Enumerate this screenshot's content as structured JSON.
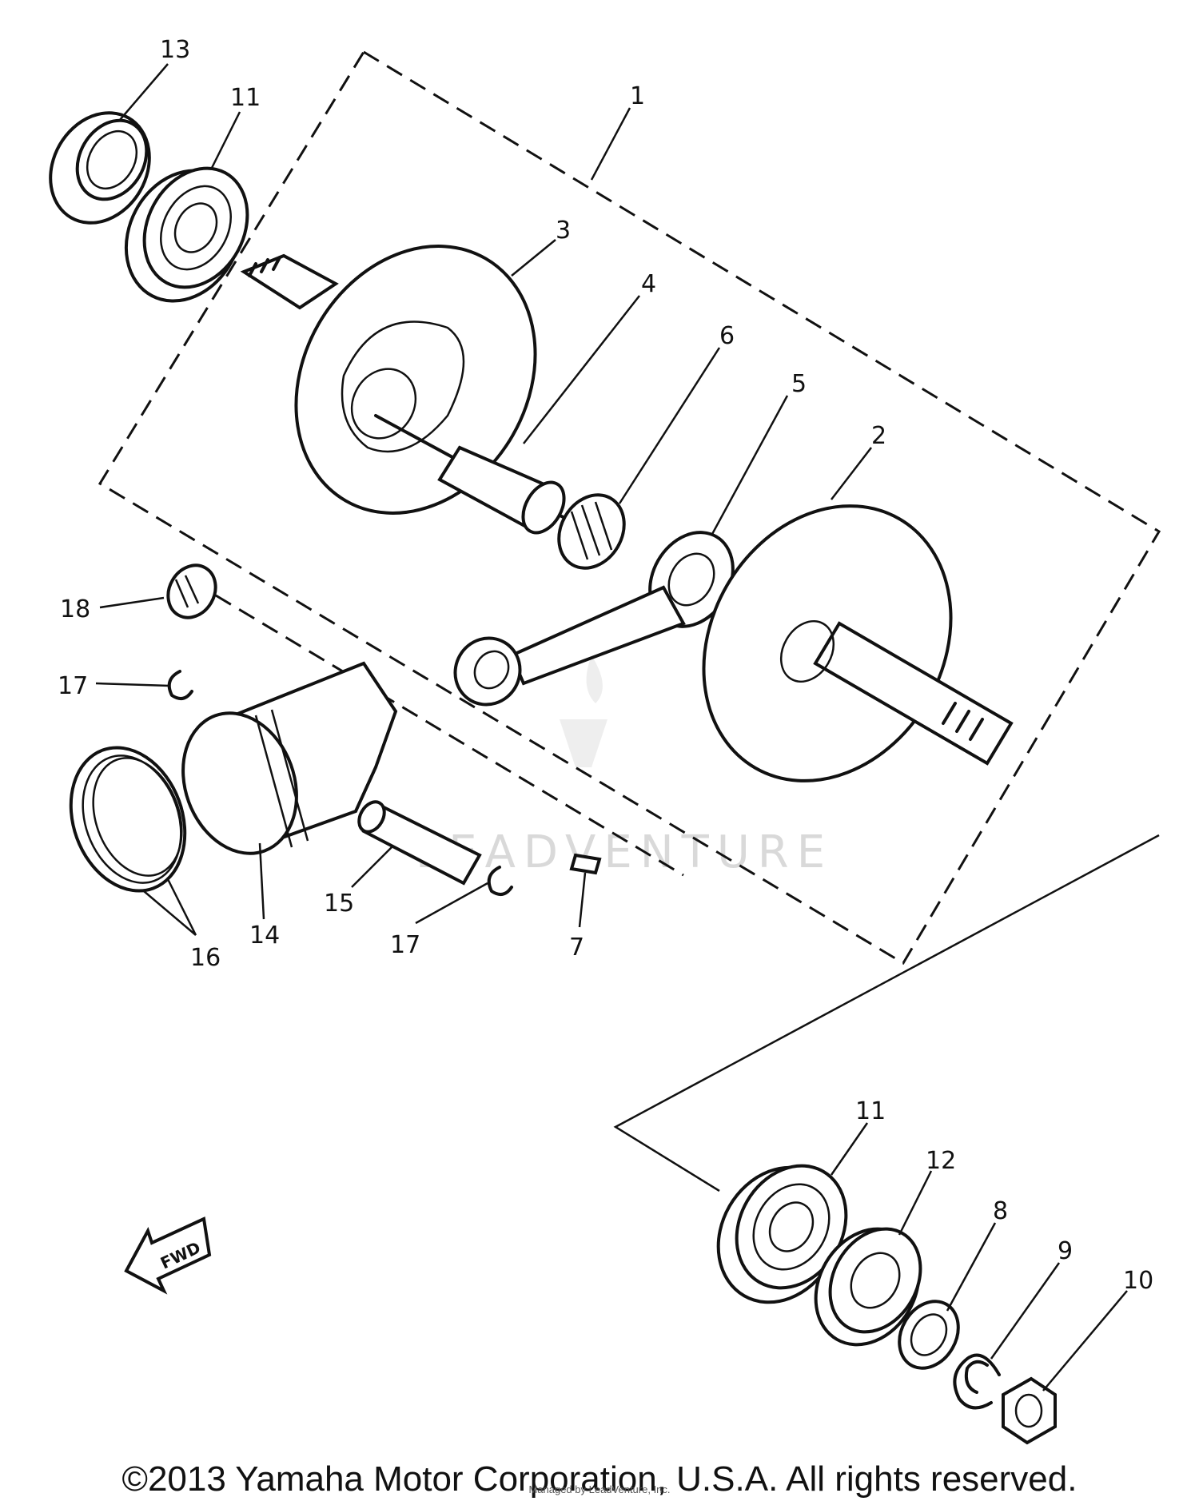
{
  "callouts": {
    "c1": "1",
    "c2": "2",
    "c3": "3",
    "c4": "4",
    "c5": "5",
    "c6": "6",
    "c7": "7",
    "c8": "8",
    "c9": "9",
    "c10": "10",
    "c11a": "11",
    "c11b": "11",
    "c12": "12",
    "c13": "13",
    "c14": "14",
    "c15": "15",
    "c16": "16",
    "c17a": "17",
    "c17b": "17",
    "c18": "18"
  },
  "fwd_label": "FWD",
  "watermark": "LEADVENTURE",
  "copyright": "©2013 Yamaha Motor Corporation, U.S.A. All rights reserved.",
  "small_credit": "Managed by LeadVenture, Inc."
}
